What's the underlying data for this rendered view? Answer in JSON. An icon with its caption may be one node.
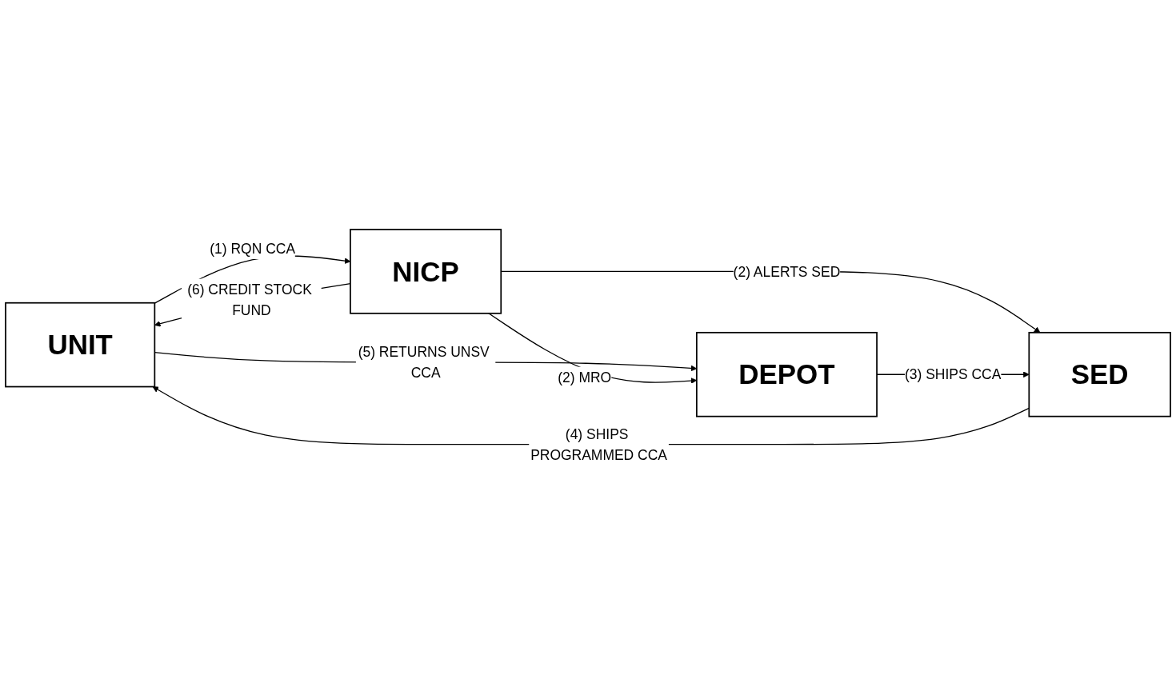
{
  "diagram": {
    "nodes": [
      {
        "text": [
          "UNIT"
        ]
      },
      {
        "text": [
          "NICP"
        ]
      },
      {
        "text": [
          "DEPOT"
        ]
      },
      {
        "text": [
          "SED"
        ]
      }
    ],
    "edges": [
      {
        "from": 0,
        "to": 1,
        "arrow": "to",
        "label": "(1) RQN CCA"
      },
      {
        "from": 1,
        "to": 0,
        "arrow": "to",
        "label": "(6) CREDIT STOCK FUND"
      },
      {
        "from": 0,
        "to": 2,
        "arrow": "to",
        "label": "(5) RETURNS UNSV CCA"
      },
      {
        "from": 1,
        "to": 2,
        "arrow": "to",
        "label": "(2) MRO"
      },
      {
        "from": 1,
        "to": 3,
        "arrow": "to",
        "label": "(2) ALERTS SED"
      },
      {
        "from": 2,
        "to": 3,
        "arrow": "to",
        "label": "(3) SHIPS CCA"
      },
      {
        "from": 3,
        "to": 0,
        "arrow": "to",
        "label": "(4) SHIPS PROGRAMMED CCA"
      }
    ]
  }
}
